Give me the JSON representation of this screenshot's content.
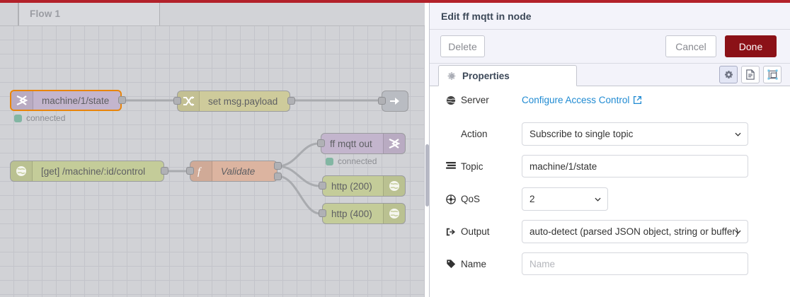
{
  "theme": {
    "accent_red": "#b3212a",
    "done_button": "#8b1117",
    "link_blue": "#1f8ad2",
    "canvas_bg": "#d1d2d6",
    "status_green": "#82b6a3",
    "selection_orange": "#e8850c"
  },
  "editor": {
    "tabs": [
      {
        "label": "Flow 1",
        "active": true
      }
    ],
    "nodes": [
      {
        "id": "mqtt-in",
        "label": "machine/1/state",
        "icon": "mqtt-icon",
        "selected": true,
        "status": "connected"
      },
      {
        "id": "change",
        "label": "set msg.payload",
        "icon": "shuffle-icon",
        "selected": false,
        "status": ""
      },
      {
        "id": "link-out",
        "label": "",
        "icon": "link-out-icon",
        "selected": false,
        "status": ""
      },
      {
        "id": "http-in",
        "label": "[get] /machine/:id/control",
        "icon": "globe-icon",
        "selected": false,
        "status": ""
      },
      {
        "id": "function",
        "label": "Validate",
        "icon": "function-icon",
        "selected": false,
        "status": ""
      },
      {
        "id": "mqtt-out",
        "label": "ff mqtt out",
        "icon": "mqtt-icon",
        "selected": false,
        "status": "connected"
      },
      {
        "id": "http-res-200",
        "label": "http (200)",
        "icon": "globe-icon",
        "selected": false,
        "status": ""
      },
      {
        "id": "http-res-400",
        "label": "http (400)",
        "icon": "globe-icon",
        "selected": false,
        "status": ""
      }
    ]
  },
  "panel": {
    "title": "Edit ff mqtt in node",
    "buttons": {
      "delete": "Delete",
      "cancel": "Cancel",
      "done": "Done"
    },
    "tabs": {
      "properties": "Properties",
      "icons": [
        "gear-icon",
        "description-icon",
        "appearance-icon"
      ]
    },
    "fields": {
      "server": {
        "label": "Server",
        "icon": "globe-icon",
        "link_text": "Configure Access Control",
        "link_icon": "external-link-icon"
      },
      "action": {
        "label": "Action",
        "icon": "",
        "value": "Subscribe to single topic"
      },
      "topic": {
        "label": "Topic",
        "icon": "tasks-icon",
        "value": "machine/1/state"
      },
      "qos": {
        "label": "QoS",
        "icon": "wheel-icon",
        "value": "2"
      },
      "output": {
        "label": "Output",
        "icon": "arrow-right-icon",
        "value": "auto-detect (parsed JSON object, string or buffer)"
      },
      "name": {
        "label": "Name",
        "icon": "tag-icon",
        "value": "",
        "placeholder": "Name"
      }
    }
  }
}
